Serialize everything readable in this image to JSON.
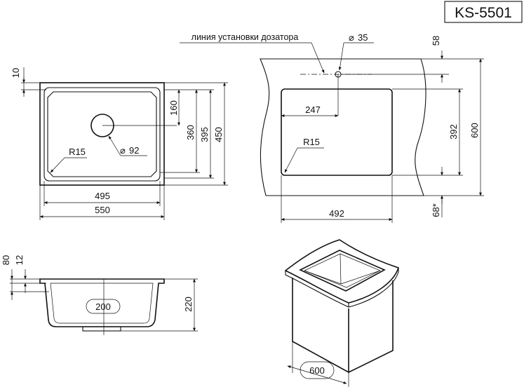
{
  "model": "KS-5501",
  "top_view": {
    "dim_width_inner": "495",
    "dim_width_outer": "550",
    "dim_rim": "10",
    "dim_to_drain": "160",
    "dim_height_inner": "360",
    "dim_height_mid": "395",
    "dim_height_outer": "450",
    "radius": "R15",
    "drain_diameter": "92"
  },
  "cutout_view": {
    "dispenser_line_label": "линия установки дозатора",
    "dispenser_diameter": "35",
    "dim_58": "58",
    "dim_247": "247",
    "dim_392": "392",
    "dim_600": "600",
    "radius": "R15",
    "dim_492": "492",
    "dim_68": "68*"
  },
  "side_view": {
    "dim_80": "80",
    "dim_12": "12",
    "dim_220": "220",
    "dim_200": "200"
  },
  "cabinet_view": {
    "dim_600": "600"
  },
  "diameter_symbol": "⌀"
}
